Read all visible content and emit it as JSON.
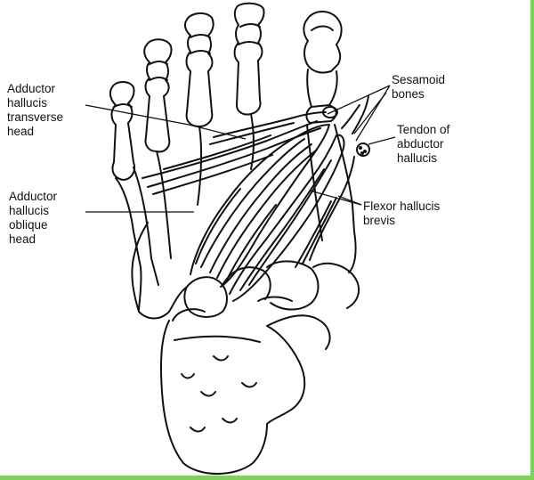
{
  "labels": {
    "adductor_transverse": [
      "Adductor",
      "hallucis",
      "transverse",
      "head"
    ],
    "adductor_oblique": [
      "Adductor",
      "hallucis",
      "oblique",
      "head"
    ],
    "sesamoid": [
      "Sesamoid",
      "bones"
    ],
    "tendon_abductor": [
      "Tendon of",
      "abductor",
      "hallucis"
    ],
    "flexor_brevis": [
      "Flexor hallucis",
      "brevis"
    ]
  },
  "colors": {
    "ink": "#111111",
    "frame": "#7bd35a",
    "background": "#ffffff"
  }
}
